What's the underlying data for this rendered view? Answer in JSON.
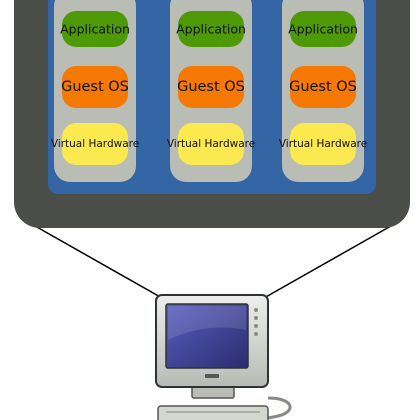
{
  "host_panel": {
    "frame_color": "#4b4d48",
    "hypervisor_color": "#3465a4",
    "column_color": "#babdb6"
  },
  "virtual_machines": [
    {
      "application": "Application",
      "guest_os": "Guest OS",
      "virtual_hardware": "Virtual Hardware"
    },
    {
      "application": "Application",
      "guest_os": "Guest OS",
      "virtual_hardware": "Virtual Hardware"
    },
    {
      "application": "Application",
      "guest_os": "Guest OS",
      "virtual_hardware": "Virtual Hardware"
    }
  ],
  "layer_colors": {
    "application": "#4e9a06",
    "guest_os": "#f57900",
    "virtual_hardware": "#fce94f"
  },
  "computer": {
    "icon": "desktop-computer-icon",
    "screen_color": "#3c3f8f",
    "bezel_color": "#d3d7cf"
  }
}
